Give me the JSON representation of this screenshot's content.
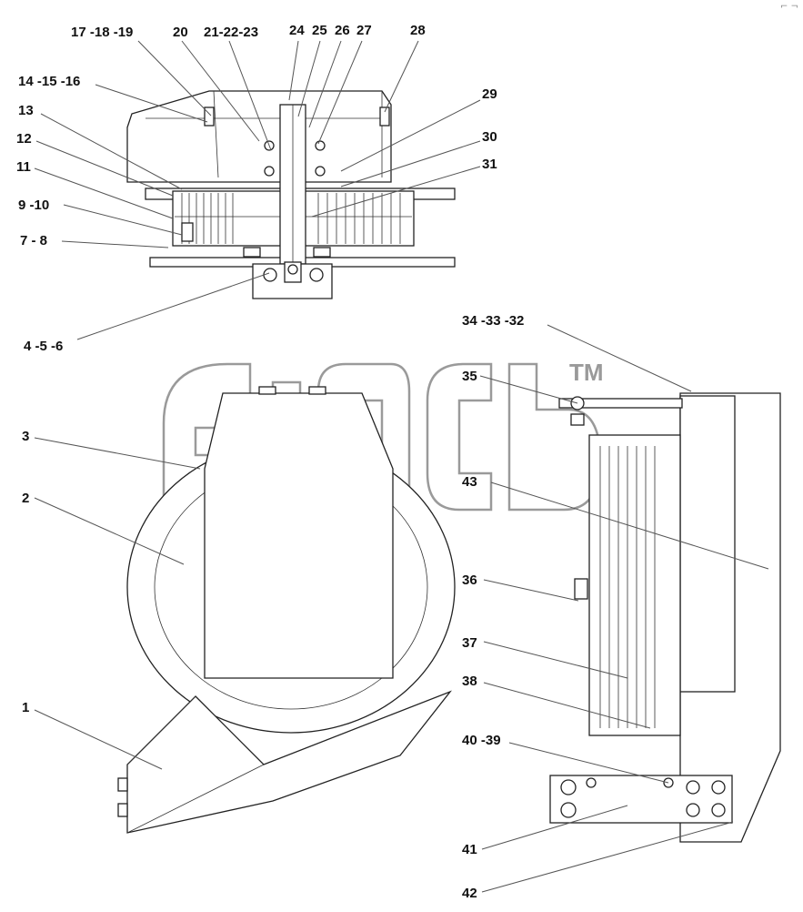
{
  "watermark": {
    "mark": "TM"
  },
  "corner_mark": "⌐ ¬",
  "callouts": [
    {
      "id": "c-17-18-19",
      "text": "17 -18 -19"
    },
    {
      "id": "c-20",
      "text": "20"
    },
    {
      "id": "c-21-22-23",
      "text": "21-22-23"
    },
    {
      "id": "c-24",
      "text": "24"
    },
    {
      "id": "c-25",
      "text": "25"
    },
    {
      "id": "c-26",
      "text": "26"
    },
    {
      "id": "c-27",
      "text": "27"
    },
    {
      "id": "c-28",
      "text": "28"
    },
    {
      "id": "c-14-15-16",
      "text": "14 -15 -16"
    },
    {
      "id": "c-13",
      "text": "13"
    },
    {
      "id": "c-29",
      "text": "29"
    },
    {
      "id": "c-12",
      "text": "12"
    },
    {
      "id": "c-30",
      "text": "30"
    },
    {
      "id": "c-11",
      "text": "11"
    },
    {
      "id": "c-31",
      "text": "31"
    },
    {
      "id": "c-9-10",
      "text": "9 -10"
    },
    {
      "id": "c-7-8",
      "text": "7 - 8"
    },
    {
      "id": "c-4-5-6",
      "text": "4 -5 -6"
    },
    {
      "id": "c-34-33-32",
      "text": "34 -33 -32"
    },
    {
      "id": "c-35",
      "text": "35"
    },
    {
      "id": "c-3",
      "text": "3"
    },
    {
      "id": "c-2",
      "text": "2"
    },
    {
      "id": "c-43",
      "text": "43"
    },
    {
      "id": "c-36",
      "text": "36"
    },
    {
      "id": "c-37",
      "text": "37"
    },
    {
      "id": "c-38",
      "text": "38"
    },
    {
      "id": "c-1",
      "text": "1"
    },
    {
      "id": "c-40-39",
      "text": "40 -39"
    },
    {
      "id": "c-41",
      "text": "41"
    },
    {
      "id": "c-42",
      "text": "42"
    }
  ]
}
